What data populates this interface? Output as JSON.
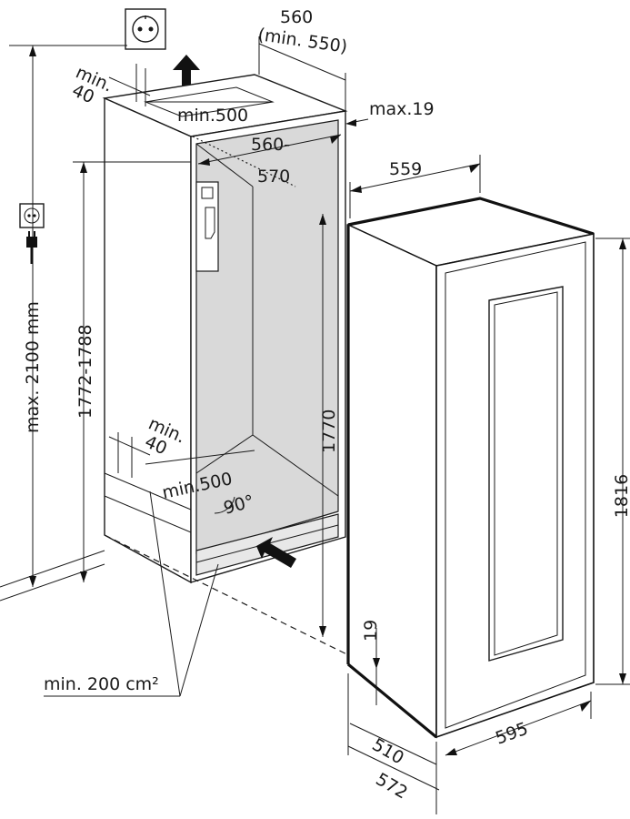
{
  "labels": {
    "niche_depth": "560",
    "niche_depth_min": "(min. 550)",
    "top_vent_gap": "min.",
    "top_vent_gap_value": "40",
    "top_vent_width": "min.500",
    "panel_max": "max.19",
    "niche_width_a": "560-",
    "niche_width_b": "570",
    "appliance_depth_top": "559",
    "total_height_max": "max. 2100 mm",
    "niche_height": "1772-1788",
    "bottom_vent_gap": "min.",
    "bottom_vent_gap_value": "40",
    "bottom_vent_width": "min.500",
    "angle": "90°",
    "door_height": "1770",
    "appliance_height": "1816",
    "door_offset": "19",
    "vent_area": "min. 200 cm²",
    "depth_510": "510",
    "depth_572": "572",
    "width_595": "595"
  },
  "icons": [
    "socket-icon",
    "plug-icon",
    "airflow-up-arrow-icon",
    "airflow-in-arrow-icon"
  ]
}
